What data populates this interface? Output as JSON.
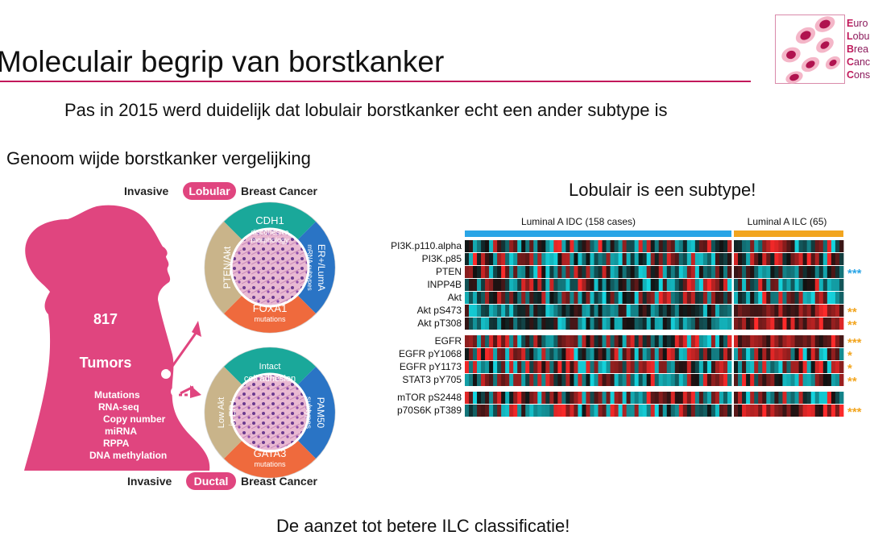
{
  "slide": {
    "title": "Moleculair begrip van borstkanker",
    "subtitle": "Pas in 2015 werd duidelijk dat lobulair borstkanker echt een ander subtype is",
    "left_heading": "Genoom wijde borstkanker vergelijking",
    "right_heading": "Lobulair is een subtype!",
    "footer": "De aanzet tot betere ILC classificatie!"
  },
  "logo": {
    "lines": [
      {
        "initial": "E",
        "rest": "uro"
      },
      {
        "initial": "L",
        "rest": "obu"
      },
      {
        "initial": "B",
        "rest": "rea"
      },
      {
        "initial": "C",
        "rest": "anc"
      },
      {
        "initial": "C",
        "rest": "ons"
      }
    ]
  },
  "infographic": {
    "top_label_pre": "Invasive",
    "top_label_pill": "Lobular",
    "top_label_post": "Breast Cancer",
    "bottom_label_pre": "Invasive",
    "bottom_label_pill": "Ductal",
    "bottom_label_post": "Breast Cancer",
    "tumor_count": "817",
    "tumor_word": "Tumors",
    "data_types": [
      "Mutations",
      "RNA-seq",
      "Copy number",
      "miRNA",
      "RPPA",
      "DNA methylation"
    ],
    "lobular_wheel": {
      "top": "CDH1",
      "top_sub1": "discohesive",
      "top_sub2": "morphology",
      "right": "ER+/LumA",
      "right_sub": "mRNA subtypes",
      "bottom": "FOXA1",
      "bottom_sub": "mutations",
      "left": "PTEN/Akt"
    },
    "ductal_wheel": {
      "top": "Intact",
      "top_sub": "cell adhesion",
      "right": "PAM50",
      "right_sub": "subtypes",
      "bottom": "GATA3",
      "bottom_sub": "mutations",
      "left1": "Low Akt",
      "left2": "in ER+"
    },
    "colors": {
      "pink": "#e0457f",
      "teal": "#1aa89a",
      "blue": "#2a74c5",
      "orange": "#ef6a3d",
      "tan": "#c9b48a"
    }
  },
  "heatmap": {
    "group_idc": "Luminal A IDC (158 cases)",
    "group_ilc": "Luminal A ILC (65)",
    "colors": {
      "idc_bar": "#2aa5e6",
      "ilc_bar": "#f2a51f",
      "high": "#ff2a2a",
      "low": "#14d6e0",
      "mid": "#111111"
    },
    "rows": [
      {
        "label": "PI3K.p110.alpha",
        "sig": "",
        "sig_color": ""
      },
      {
        "label": "PI3K.p85",
        "sig": "",
        "sig_color": ""
      },
      {
        "label": "PTEN",
        "sig": "***",
        "sig_color": "#2aa5e6"
      },
      {
        "label": "INPP4B",
        "sig": "",
        "sig_color": ""
      },
      {
        "label": "Akt",
        "sig": "",
        "sig_color": ""
      },
      {
        "label": "Akt pS473",
        "sig": "**",
        "sig_color": "#f2a51f"
      },
      {
        "label": "Akt pT308",
        "sig": "**",
        "sig_color": "#f2a51f"
      },
      {
        "label": "EGFR",
        "sig": "***",
        "sig_color": "#f2a51f"
      },
      {
        "label": "EGFR pY1068",
        "sig": "*",
        "sig_color": "#f2a51f"
      },
      {
        "label": "EGFR pY1173",
        "sig": "*",
        "sig_color": "#f2a51f"
      },
      {
        "label": "STAT3 pY705",
        "sig": "**",
        "sig_color": "#f2a51f"
      },
      {
        "label": "mTOR pS2448",
        "sig": "",
        "sig_color": ""
      },
      {
        "label": "p70S6K pT389",
        "sig": "***",
        "sig_color": "#f2a51f"
      }
    ]
  }
}
